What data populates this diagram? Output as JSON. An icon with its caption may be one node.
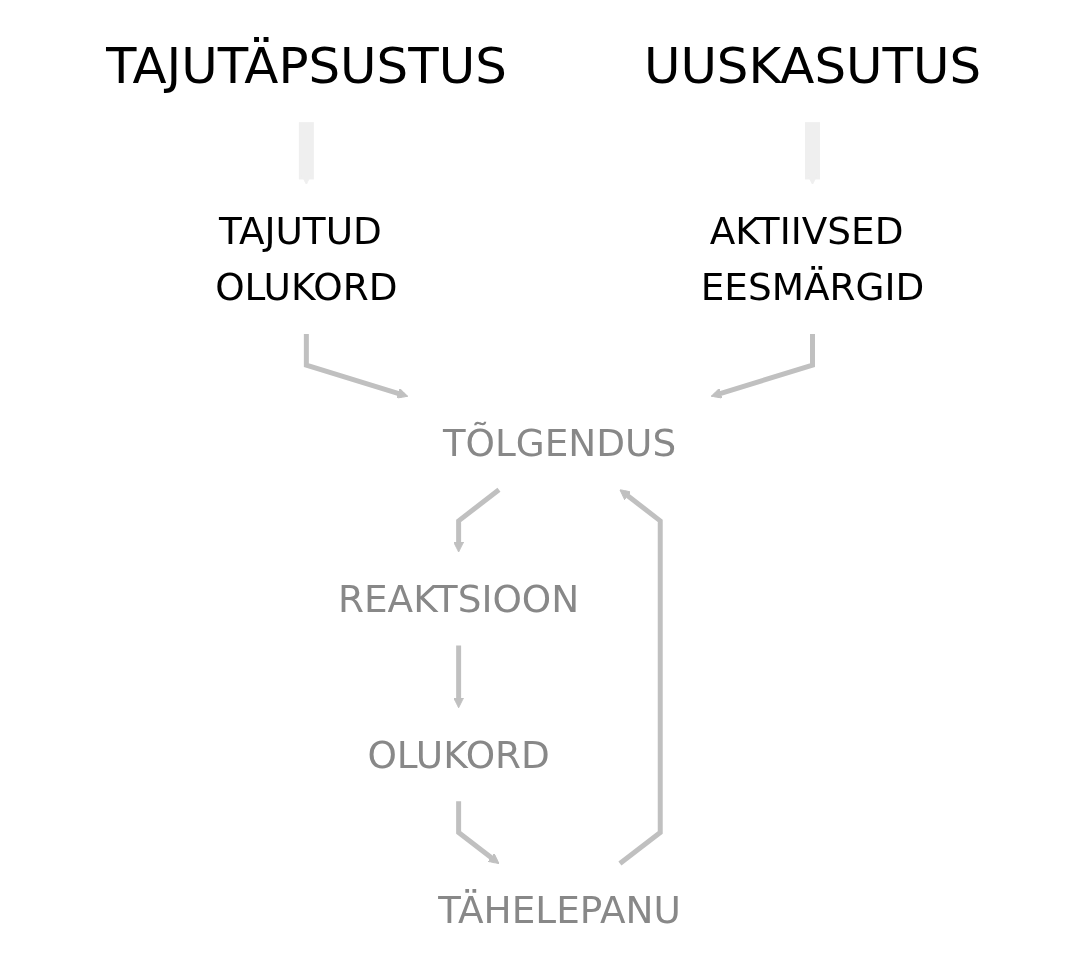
{
  "diagram": {
    "nodes": [
      {
        "text": [
          "TAJUTÄPSUSTUS"
        ]
      },
      {
        "text": [
          "UUSKASUTUS"
        ]
      },
      {
        "text": [
          "TAJUTUD OLUKORD"
        ]
      },
      {
        "text": [
          "AKTIIVSED EESMÄRGID"
        ]
      },
      {
        "text": [
          "TÕLGENDUS"
        ]
      },
      {
        "text": [
          "REAKTSIOON"
        ]
      },
      {
        "text": [
          "OLUKORD"
        ]
      },
      {
        "text": [
          "TÄHELEPANU"
        ]
      }
    ],
    "edges": [
      {
        "from": 0,
        "to": 2,
        "arrow": "to",
        "style": "thick",
        "color": "#efefef"
      },
      {
        "from": 1,
        "to": 3,
        "arrow": "to",
        "style": "thick",
        "color": "#efefef"
      },
      {
        "from": 2,
        "to": 4,
        "arrow": "to"
      },
      {
        "from": 3,
        "to": 4,
        "arrow": "to"
      },
      {
        "from": 4,
        "to": 5,
        "arrow": "to"
      },
      {
        "from": 5,
        "to": 6,
        "arrow": "to"
      },
      {
        "from": 6,
        "to": 7,
        "arrow": "to"
      },
      {
        "from": 7,
        "to": 4,
        "arrow": "to"
      }
    ]
  }
}
